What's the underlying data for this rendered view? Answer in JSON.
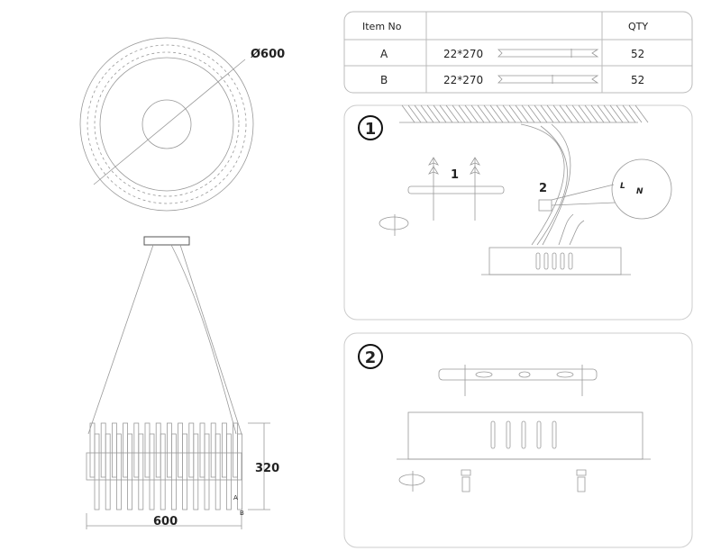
{
  "drawing": {
    "diameter_label": "Ø600",
    "height_label": "320",
    "width_label": "600",
    "marker_a": "A",
    "marker_b": "B"
  },
  "parts_table": {
    "headers": [
      "Item No",
      "",
      "QTY"
    ],
    "rows": [
      {
        "item": "A",
        "size": "22*270",
        "qty": "52"
      },
      {
        "item": "B",
        "size": "22*270",
        "qty": "52"
      }
    ]
  },
  "step1": {
    "number": "1",
    "label_mount": "1",
    "label_wire": "2",
    "terminal_l": "L",
    "terminal_n": "N"
  },
  "step2": {
    "number": "2"
  }
}
